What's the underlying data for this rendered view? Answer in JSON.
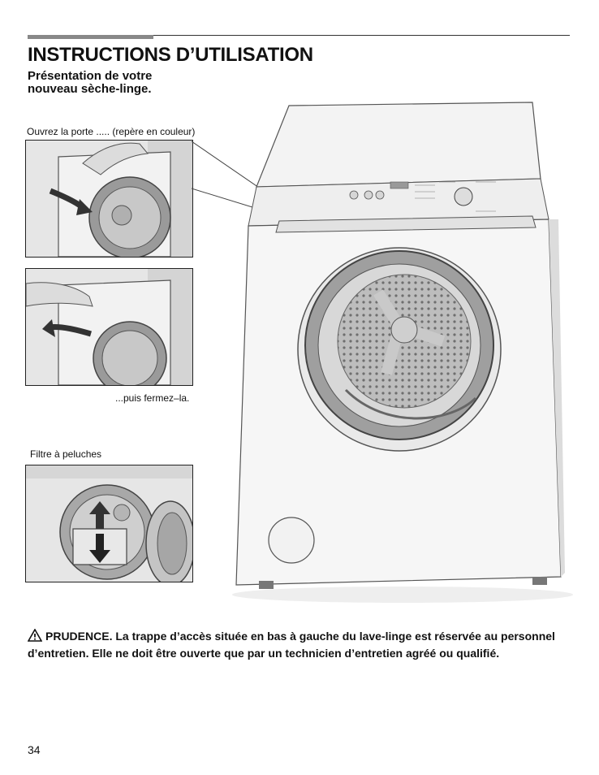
{
  "header": {
    "title": "INSTRUCTIONS D’UTILISATION",
    "subtitle_line1": "Présentation de votre",
    "subtitle_line2": "nouveau sèche-linge."
  },
  "illustrations": {
    "open_caption": "Ouvrez la porte ..... (repère en couleur)",
    "close_caption": "...puis fermez–la.",
    "filter_caption": "Filtre à peluches"
  },
  "warning": {
    "icon": "warning-triangle-icon",
    "label": "PRUDENCE.",
    "text": "La trappe d’accès située en bas à gauche du lave-linge est réservée au personnel d’entretien. Elle ne doit être ouverte que par un technicien d’entretien agréé ou qualifié."
  },
  "footer": {
    "page_number": "34"
  },
  "colors": {
    "rule_accent": "#888888",
    "text": "#111111"
  }
}
